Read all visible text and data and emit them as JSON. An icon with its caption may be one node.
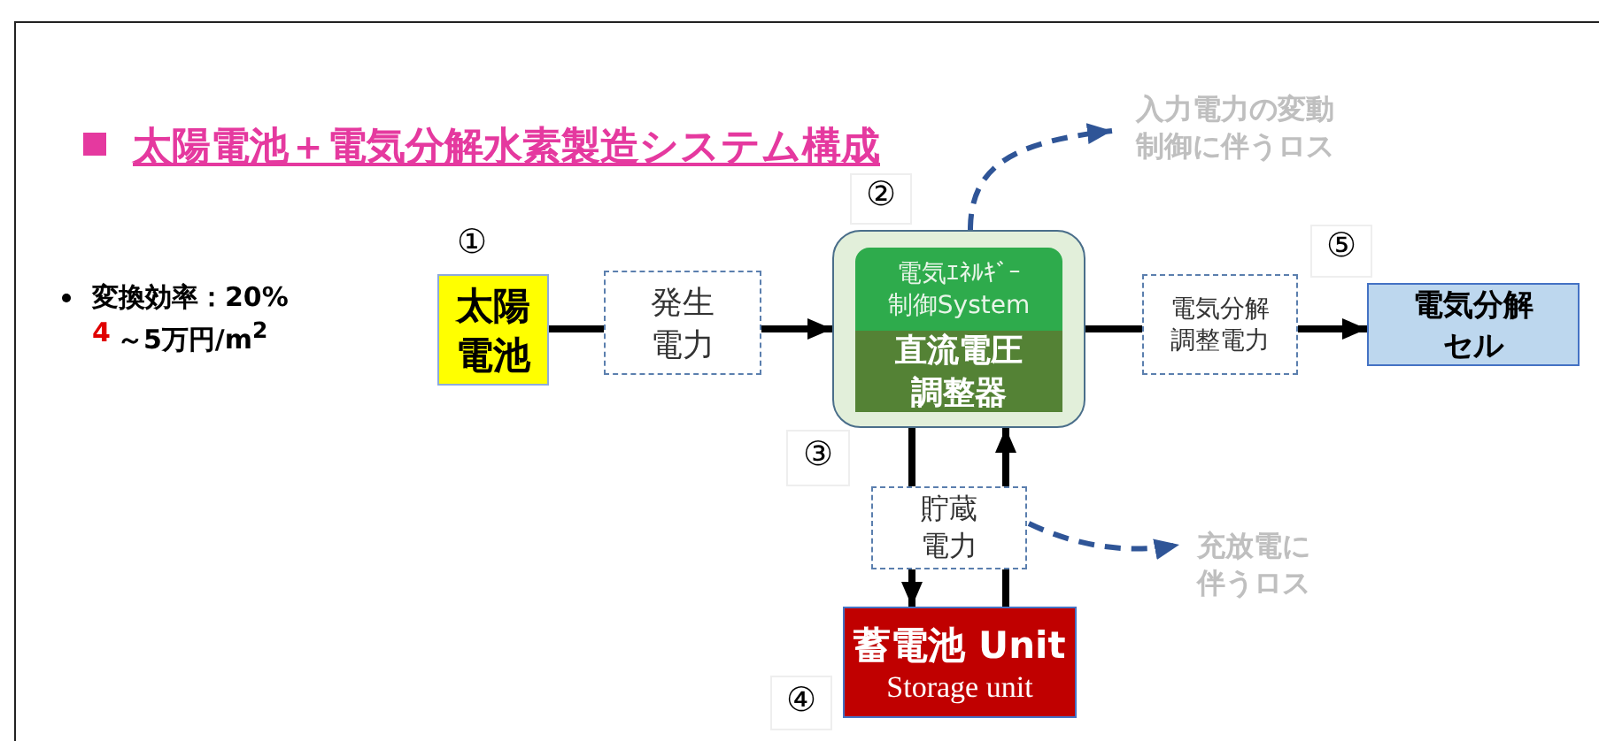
{
  "diagram": {
    "title": "太陽電池＋電気分解水素製造システム構成",
    "nodes": [
      {
        "text": [
          "太陽電池"
        ],
        "beside": [
          "①"
        ]
      },
      {
        "text": [
          "発生電力"
        ]
      },
      {
        "text": [],
        "shape": "box"
      },
      {
        "text": [
          "電気ｴﾈﾙｷﾞｰ制御System"
        ],
        "in": 2
      },
      {
        "text": [
          "直流電圧調整器"
        ],
        "in": 2
      },
      {
        "text": [
          "電気分解調整電力"
        ]
      },
      {
        "text": [
          "電気分解セル"
        ]
      },
      {
        "text": [
          "貯蔵電力"
        ]
      },
      {
        "text": [
          "蓄電池 Unit",
          "Storage unit"
        ],
        "beside": [
          "④"
        ]
      },
      {
        "text": [
          "入力電力の変動制御に伴うロス"
        ]
      },
      {
        "text": [
          "充放電に伴うロス"
        ]
      }
    ],
    "edges": [
      {
        "from": 0,
        "to": 1,
        "arrow": "none"
      },
      {
        "from": 1,
        "to": 2,
        "arrow": "to"
      },
      {
        "from": 2,
        "to": 5,
        "arrow": "none"
      },
      {
        "from": 5,
        "to": 6,
        "arrow": "to"
      },
      {
        "from": 2,
        "to": 7,
        "arrow": "none"
      },
      {
        "from": 7,
        "to": 8,
        "arrow": "to"
      },
      {
        "from": 8,
        "to": 7,
        "arrow": "none"
      },
      {
        "from": 7,
        "to": 2,
        "arrow": "to"
      },
      {
        "from": 2,
        "to": 9,
        "arrow": "to",
        "style": "dashed",
        "color": "#2f5597"
      },
      {
        "from": 7,
        "to": 10,
        "arrow": "to",
        "style": "dashed",
        "color": "#2f5597"
      }
    ],
    "labels": [
      "変換効率：20%",
      "4",
      "～5万円/m$^{2}$",
      "②",
      "⑤",
      "③"
    ]
  }
}
